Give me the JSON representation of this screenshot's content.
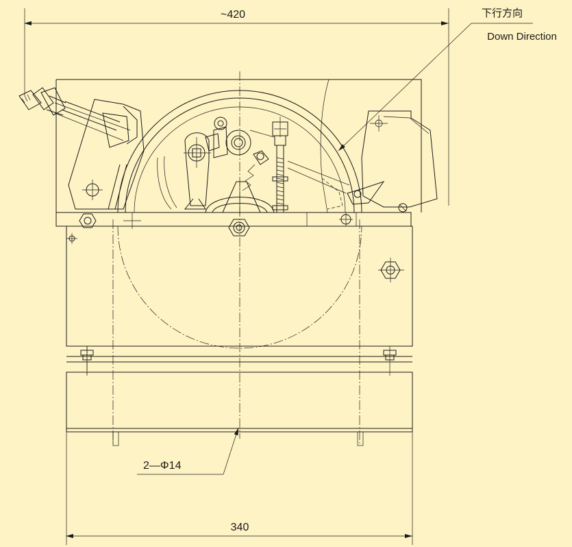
{
  "dimensions": {
    "top_width": "~420",
    "bottom_width": "340",
    "hole_callout": "2—Φ14"
  },
  "direction_note": {
    "chinese": "下行方向",
    "english": "Down Direction"
  },
  "colors": {
    "background": "#fdf3c4",
    "line": "#1a1a1a"
  }
}
